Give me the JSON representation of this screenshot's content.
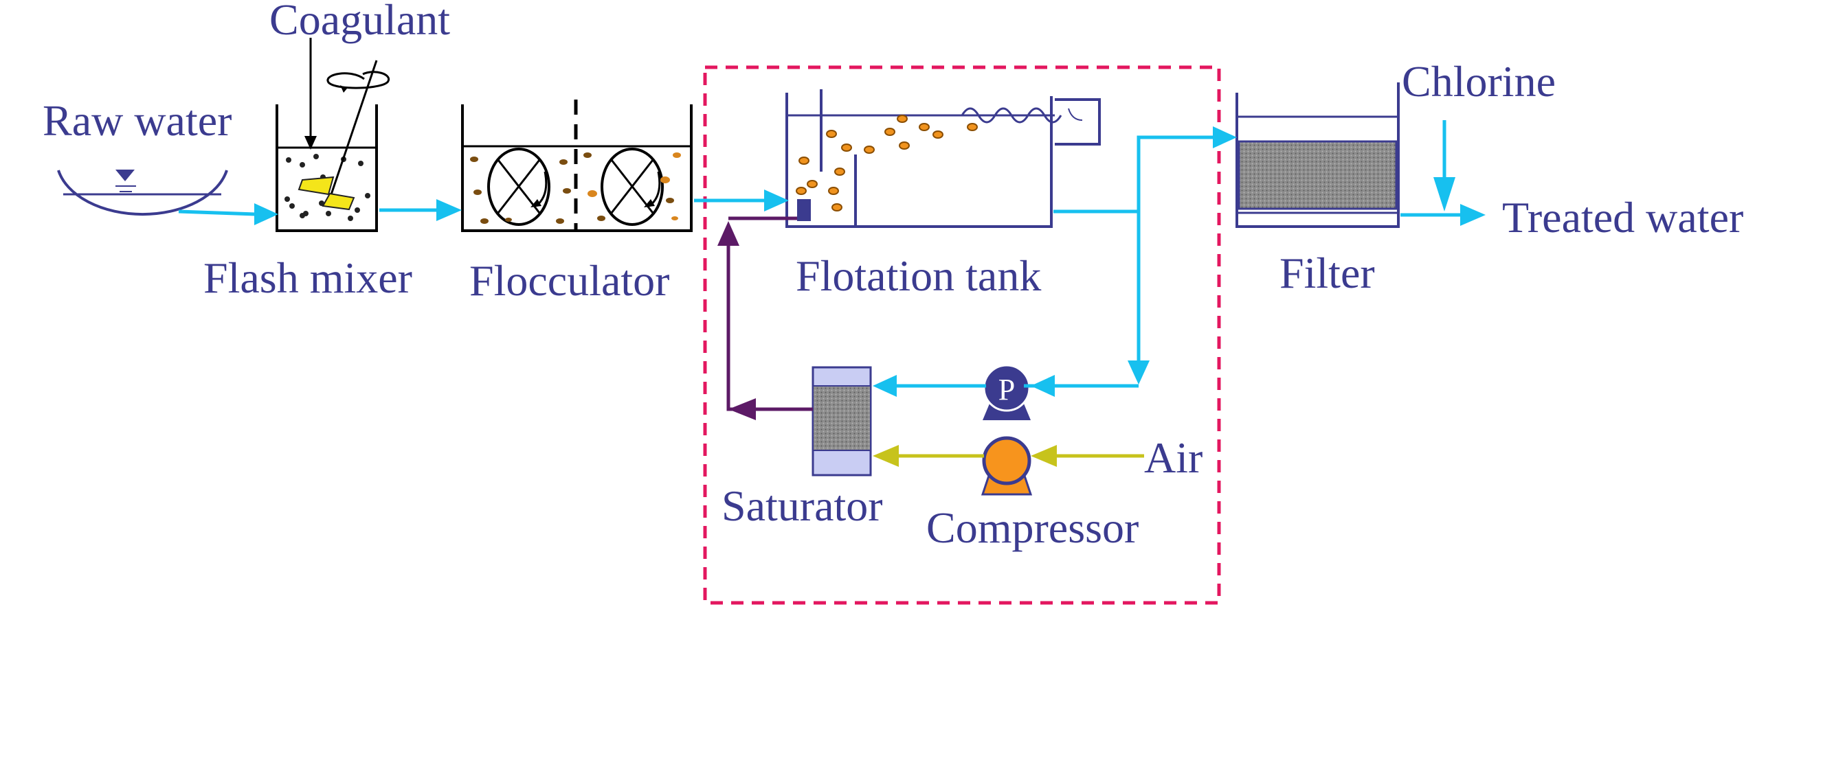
{
  "labels": {
    "coagulant": "Coagulant",
    "raw_water": "Raw water",
    "flash_mixer": "Flash mixer",
    "flocculator": "Flocculator",
    "flotation_tank": "Flotation tank",
    "filter": "Filter",
    "chlorine": "Chlorine",
    "treated_water": "Treated water",
    "saturator": "Saturator",
    "compressor": "Compressor",
    "air": "Air",
    "pump_letter": "P"
  },
  "colors": {
    "text": "#3b3b8f",
    "vessel": "#3b3b8f",
    "water_line": "#17c0ef",
    "recycle_line": "#5c1a66",
    "air_line": "#c7c31c",
    "boundary": "#e3175f",
    "bubble": "#f0931e",
    "compressor_fill": "#f7941d",
    "pump_fill": "#3b3b8f",
    "saturator_fill": "#c9cdf3",
    "media_fill": "#9a9a9a",
    "coagulant_blob": "#f4e51a"
  },
  "icons": [
    "water-level-icon",
    "stirrer-icon",
    "paddle-icon",
    "pump-icon",
    "compressor-icon",
    "filter-media-icon"
  ]
}
